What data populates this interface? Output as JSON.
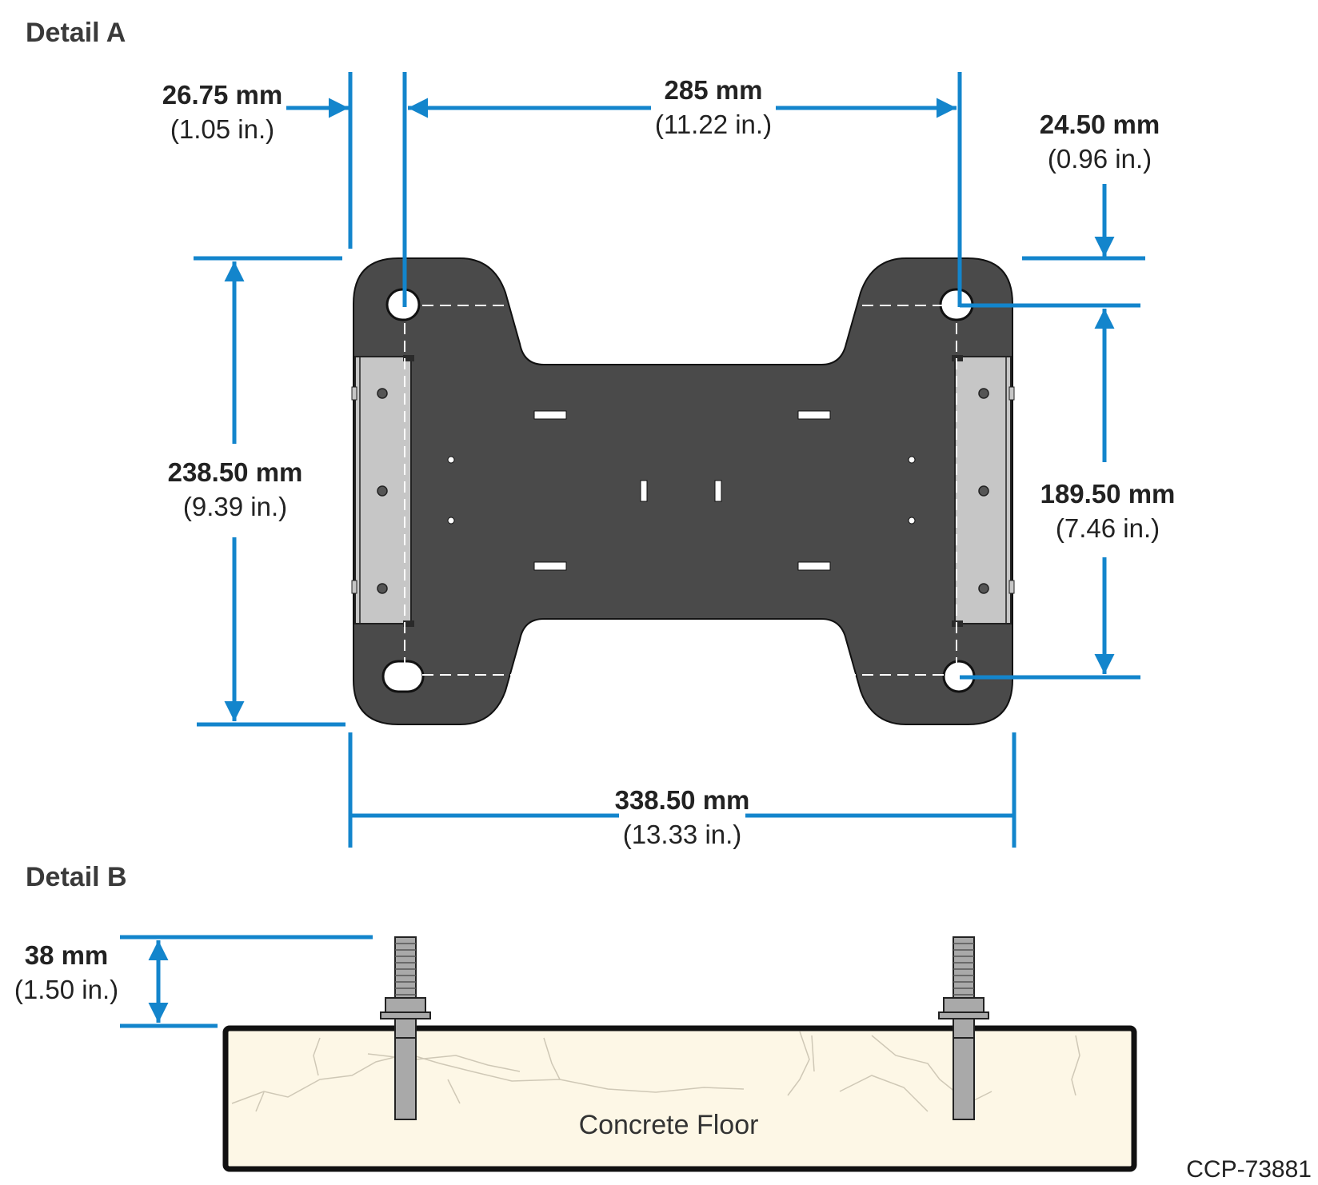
{
  "detail_a": {
    "title": "Detail A",
    "dims": {
      "left_offset": {
        "mm": "26.75 mm",
        "in": "(1.05 in.)"
      },
      "hole_spacing_x": {
        "mm": "285 mm",
        "in": "(11.22 in.)"
      },
      "right_offset": {
        "mm": "24.50 mm",
        "in": "(0.96 in.)"
      },
      "overall_height": {
        "mm": "238.50 mm",
        "in": "(9.39 in.)"
      },
      "hole_spacing_y": {
        "mm": "189.50 mm",
        "in": "(7.46 in.)"
      },
      "overall_width": {
        "mm": "338.50 mm",
        "in": "(13.33 in.)"
      }
    }
  },
  "detail_b": {
    "title": "Detail B",
    "dims": {
      "bolt_height": {
        "mm": "38 mm",
        "in": "(1.50 in.)"
      }
    },
    "floor_label": "Concrete Floor"
  },
  "figure_code": "CCP-73881",
  "colors": {
    "dimension": "#1385cc",
    "plate": "#4a4a4a",
    "bracket": "#c6c6c6",
    "concrete": "#fdf7e6",
    "bolt": "#a9a9a9"
  }
}
